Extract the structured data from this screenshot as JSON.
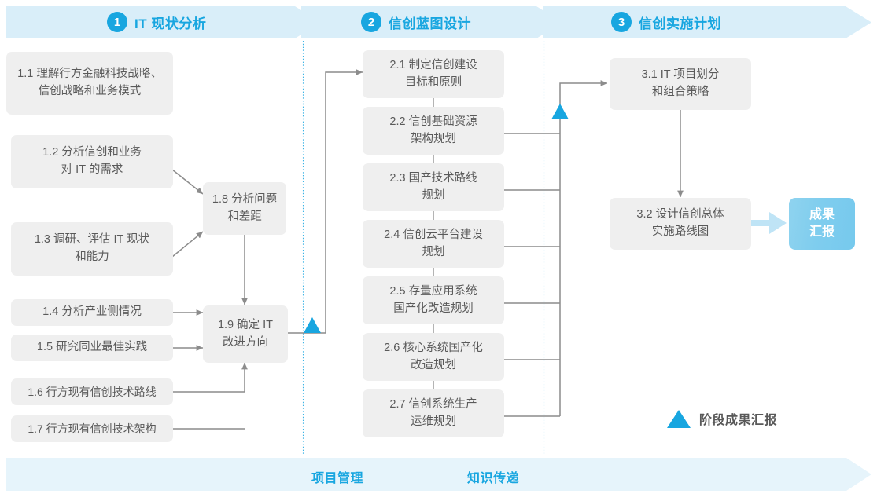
{
  "header": {
    "phases": [
      {
        "num": "1",
        "title": "IT 现状分析"
      },
      {
        "num": "2",
        "title": "信创蓝图设计"
      },
      {
        "num": "3",
        "title": "信创实施计划"
      }
    ],
    "background_color": "#D9EEF9",
    "accent_color": "#18A6E0"
  },
  "phase1": {
    "boxes": [
      {
        "id": "1.1",
        "label": "1.1 理解行方金融科技战略、\n信创战略和业务模式"
      },
      {
        "id": "1.2",
        "label": "1.2 分析信创和业务\n对 IT 的需求"
      },
      {
        "id": "1.3",
        "label": "1.3 调研、评估 IT 现状\n和能力"
      },
      {
        "id": "1.4",
        "label": "1.4 分析产业侧情况"
      },
      {
        "id": "1.5",
        "label": "1.5 研究同业最佳实践"
      },
      {
        "id": "1.6",
        "label": "1.6 行方现有信创技术路线"
      },
      {
        "id": "1.7",
        "label": "1.7 行方现有信创技术架构"
      },
      {
        "id": "1.8",
        "label": "1.8 分析问题\n和差距"
      },
      {
        "id": "1.9",
        "label": "1.9 确定 IT\n改进方向"
      }
    ]
  },
  "phase2": {
    "boxes": [
      {
        "id": "2.1",
        "label": "2.1 制定信创建设\n目标和原则"
      },
      {
        "id": "2.2",
        "label": "2.2 信创基础资源\n架构规划"
      },
      {
        "id": "2.3",
        "label": "2.3 国产技术路线\n规划"
      },
      {
        "id": "2.4",
        "label": "2.4 信创云平台建设\n规划"
      },
      {
        "id": "2.5",
        "label": "2.5 存量应用系统\n国产化改造规划"
      },
      {
        "id": "2.6",
        "label": "2.6 核心系统国产化\n改造规划"
      },
      {
        "id": "2.7",
        "label": "2.7 信创系统生产\n运维规划"
      }
    ]
  },
  "phase3": {
    "boxes": [
      {
        "id": "3.1",
        "label": "3.1 IT 项目划分\n和组合策略"
      },
      {
        "id": "3.2",
        "label": "3.2 设计信创总体\n实施路线图"
      }
    ],
    "result": {
      "label": "成果\n汇报"
    }
  },
  "legend": {
    "label": "阶段成果汇报",
    "marker_color": "#18A6E0"
  },
  "footer": {
    "labels": [
      "项目管理",
      "知识传递"
    ],
    "background_color": "#E6F4FB",
    "accent_color": "#18A6E0"
  },
  "styles": {
    "box_fill": "#EFEFEF",
    "box_text": "#5A5A5A",
    "connector": "#8C8C8C",
    "divider": "#3CB4E5"
  }
}
